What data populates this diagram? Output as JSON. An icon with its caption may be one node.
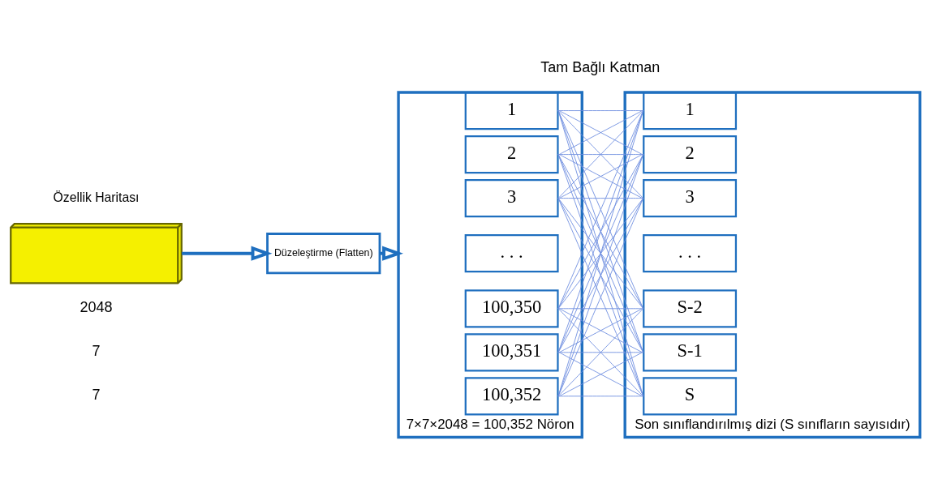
{
  "diagram": {
    "nodes": [
      {
        "text": [],
        "shape": "box",
        "beside": [
          "Özellik Haritası"
        ]
      },
      {
        "text": [
          "Düzeleştirme (Flatten)"
        ]
      },
      {
        "text": [],
        "shape": "box",
        "beside": [
          "7×7×2048 = 100,352 Nöron"
        ]
      },
      {
        "text": [
          "1"
        ],
        "in": 2
      },
      {
        "text": [
          "2"
        ],
        "in": 2
      },
      {
        "text": [
          "3"
        ],
        "in": 2
      },
      {
        "text": [
          ". . ."
        ],
        "in": 2
      },
      {
        "text": [
          "100,350"
        ],
        "in": 2
      },
      {
        "text": [
          "100,351"
        ],
        "in": 2
      },
      {
        "text": [
          "100,352"
        ],
        "in": 2
      },
      {
        "text": [],
        "shape": "box",
        "beside": [
          "Son sınıflandırılmış dizi (S sınıfların sayısıdır)"
        ]
      },
      {
        "text": [
          "1"
        ],
        "in": 10
      },
      {
        "text": [
          "2"
        ],
        "in": 10
      },
      {
        "text": [
          "3"
        ],
        "in": 10
      },
      {
        "text": [
          ". . ."
        ],
        "in": 10
      },
      {
        "text": [
          "S-2"
        ],
        "in": 10
      },
      {
        "text": [
          "S-1"
        ],
        "in": 10
      },
      {
        "text": [
          "S"
        ],
        "in": 10
      }
    ],
    "edges": [
      {
        "from": 0,
        "to": 1,
        "arrow": "to",
        "style": "thick"
      },
      {
        "from": 1,
        "to": 2,
        "arrow": "to",
        "style": "thick"
      },
      {
        "from": 3,
        "to": 11,
        "arrow": "none"
      },
      {
        "from": 3,
        "to": 12,
        "arrow": "none"
      },
      {
        "from": 3,
        "to": 13,
        "arrow": "none"
      },
      {
        "from": 3,
        "to": 15,
        "arrow": "none"
      },
      {
        "from": 3,
        "to": 16,
        "arrow": "none"
      },
      {
        "from": 3,
        "to": 17,
        "arrow": "none"
      },
      {
        "from": 4,
        "to": 11,
        "arrow": "none"
      },
      {
        "from": 4,
        "to": 12,
        "arrow": "none"
      },
      {
        "from": 4,
        "to": 13,
        "arrow": "none"
      },
      {
        "from": 4,
        "to": 15,
        "arrow": "none"
      },
      {
        "from": 4,
        "to": 16,
        "arrow": "none"
      },
      {
        "from": 4,
        "to": 17,
        "arrow": "none"
      },
      {
        "from": 5,
        "to": 11,
        "arrow": "none"
      },
      {
        "from": 5,
        "to": 12,
        "arrow": "none"
      },
      {
        "from": 5,
        "to": 13,
        "arrow": "none"
      },
      {
        "from": 5,
        "to": 15,
        "arrow": "none"
      },
      {
        "from": 5,
        "to": 16,
        "arrow": "none"
      },
      {
        "from": 5,
        "to": 17,
        "arrow": "none"
      },
      {
        "from": 7,
        "to": 11,
        "arrow": "none"
      },
      {
        "from": 7,
        "to": 12,
        "arrow": "none"
      },
      {
        "from": 7,
        "to": 13,
        "arrow": "none"
      },
      {
        "from": 7,
        "to": 15,
        "arrow": "none"
      },
      {
        "from": 7,
        "to": 16,
        "arrow": "none"
      },
      {
        "from": 7,
        "to": 17,
        "arrow": "none"
      },
      {
        "from": 8,
        "to": 11,
        "arrow": "none"
      },
      {
        "from": 8,
        "to": 12,
        "arrow": "none"
      },
      {
        "from": 8,
        "to": 13,
        "arrow": "none"
      },
      {
        "from": 8,
        "to": 15,
        "arrow": "none"
      },
      {
        "from": 8,
        "to": 16,
        "arrow": "none"
      },
      {
        "from": 8,
        "to": 17,
        "arrow": "none"
      },
      {
        "from": 9,
        "to": 11,
        "arrow": "none"
      },
      {
        "from": 9,
        "to": 12,
        "arrow": "none"
      },
      {
        "from": 9,
        "to": 13,
        "arrow": "none"
      },
      {
        "from": 9,
        "to": 15,
        "arrow": "none"
      },
      {
        "from": 9,
        "to": 16,
        "arrow": "none"
      },
      {
        "from": 9,
        "to": 17,
        "arrow": "none"
      }
    ],
    "labels": [
      "Tam Bağlı Katman",
      "2048",
      "7",
      "7"
    ]
  }
}
